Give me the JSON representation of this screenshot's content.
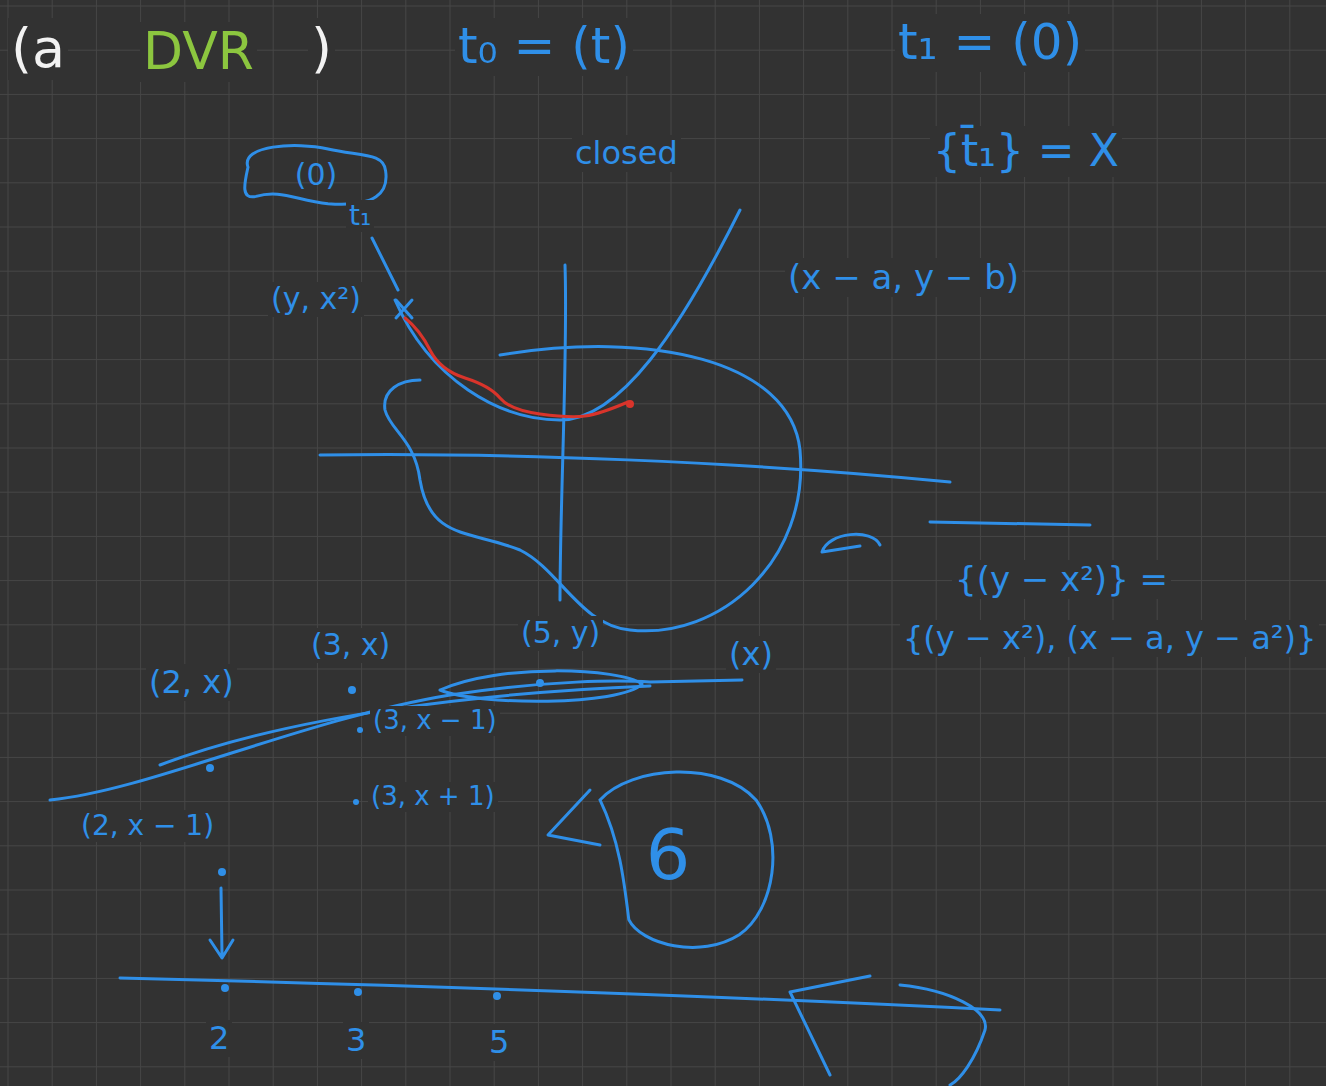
{
  "diagram": {
    "nodes": [
      {
        "text": [
          "(0)"
        ]
      },
      {
        "text": [
          "6"
        ]
      }
    ],
    "labels": [
      "(a",
      "DVR",
      ")",
      "t₀ = (t)",
      "t₁ = (0)",
      "closed",
      "{t̄₁} = X",
      "t₁",
      "(y, x²)",
      "(x − a, y − b)",
      "{(y − x²)} =",
      "{(y − x²), (x − a, y − a²)}",
      "(3, x)",
      "(5, y)",
      "(x)",
      "(2, x)",
      "(3, x − 1)",
      "(3, x + 1)",
      "(2, x − 1)",
      "2",
      "3",
      "5"
    ]
  }
}
